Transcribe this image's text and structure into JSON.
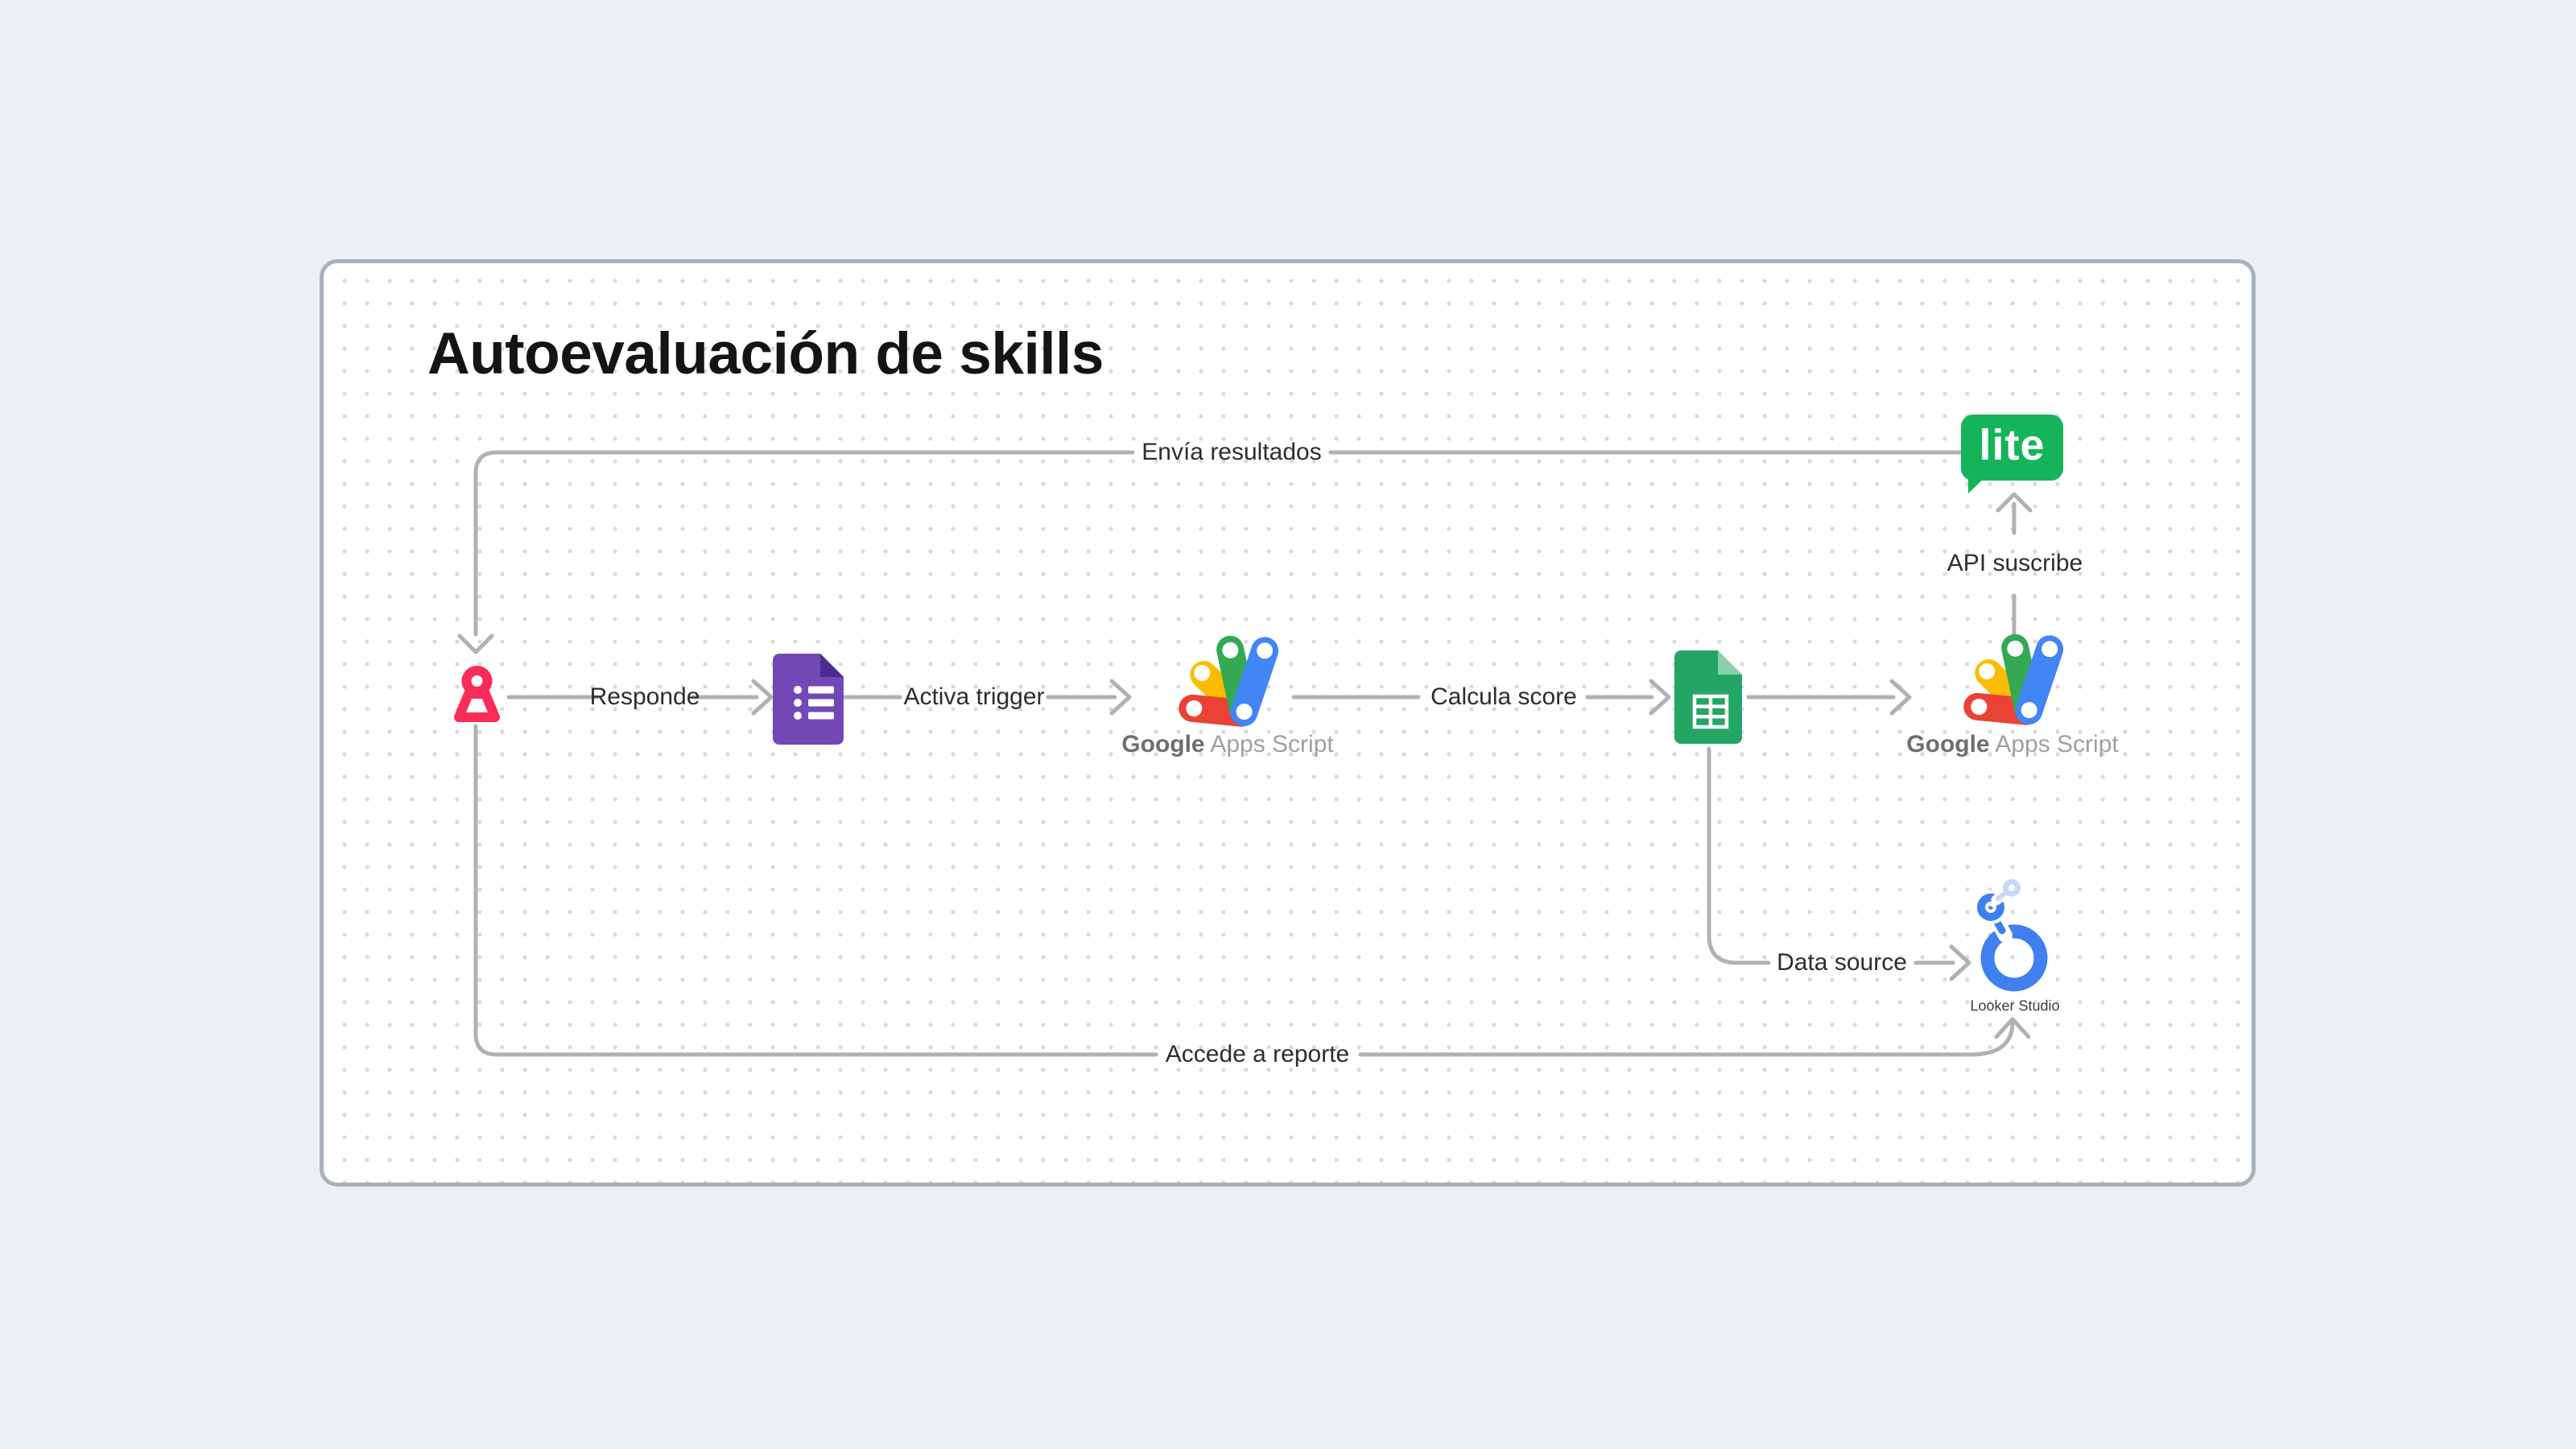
{
  "title": "Autoevaluación de skills",
  "nodes": {
    "apps_script_1": {
      "label_bold": "Google",
      "label_light": "Apps Script"
    },
    "apps_script_2": {
      "label_bold": "Google",
      "label_light": "Apps Script"
    },
    "mailerlite": {
      "text": "lite"
    },
    "looker_studio": {
      "label": "Looker Studio"
    }
  },
  "edges": {
    "responde": "Responde",
    "activa_trigger": "Activa trigger",
    "calcula_score": "Calcula score",
    "envia_resultados": "Envía resultados",
    "api_suscribe": "API suscribe",
    "data_source": "Data source",
    "accede_a_reporte": "Accede a reporte"
  },
  "colors": {
    "forms_purple": "#7248B6",
    "forms_fold": "#4D2B8F",
    "sheets_green": "#23A566",
    "sheets_fold": "#8BD0AE",
    "mailerlite_green": "#15B45A",
    "looker_blue": "#4080EE",
    "looker_light_blue": "#C5D9F9",
    "person_pink": "#FB2C57",
    "apps_script_red": "#EA4335",
    "apps_script_yellow": "#FBBC04",
    "apps_script_green": "#34A853",
    "apps_script_blue": "#4285F4",
    "edge_gray": "#B1B1B1"
  }
}
